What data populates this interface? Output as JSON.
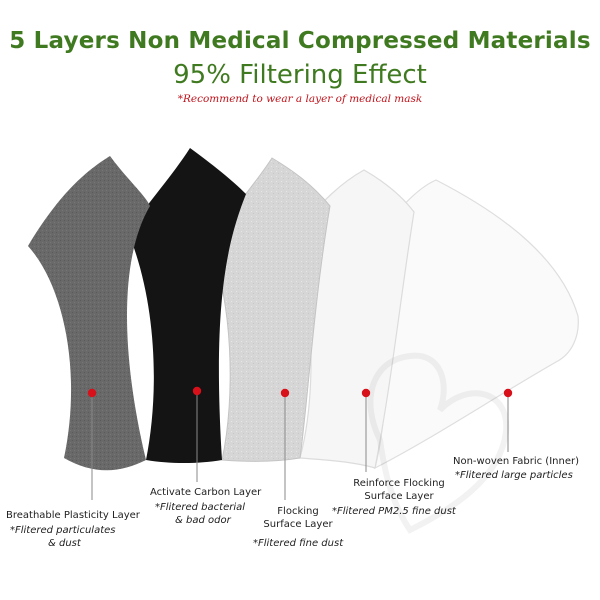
{
  "header": {
    "title": "5 Layers Non Medical Compressed Materials",
    "subtitle": "95% Filtering Effect",
    "note": "*Recommend to wear a layer of medical mask"
  },
  "colors": {
    "title_green": "#3f7a20",
    "note_red": "#c0141c",
    "dot_red": "#d8101a",
    "layer_1": "#6b6b6b",
    "layer_2": "#141414",
    "layer_3": "#d4d4d4",
    "layer_4": "#f6f6f6",
    "layer_5": "#fafafa"
  },
  "layers": [
    {
      "name_lines": [
        "Breathable Plasticity Layer"
      ],
      "effect_lines": [
        "*Flitered particulates",
        "& dust"
      ]
    },
    {
      "name_lines": [
        "Activate Carbon Layer"
      ],
      "effect_lines": [
        "*Flitered  bacterial",
        "& bad odor"
      ]
    },
    {
      "name_lines": [
        "Flocking",
        "Surface Layer"
      ],
      "effect_lines": [
        "*Flitered fine dust"
      ]
    },
    {
      "name_lines": [
        "Reinforce Flocking",
        "Surface Layer"
      ],
      "effect_lines": [
        "*Flitered PM2.5 fine dust"
      ]
    },
    {
      "name_lines": [
        "Non-woven Fabric (Inner)"
      ],
      "effect_lines": [
        "*Flitered large particles"
      ]
    }
  ]
}
